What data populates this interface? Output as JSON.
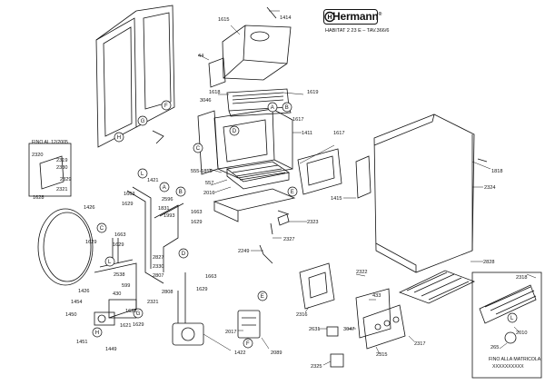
{
  "header": {
    "brand": "Hermann",
    "registered": "®",
    "model_line": "HABITAT 2   23 E  –  TAV.366/6"
  },
  "notes": {
    "until": "FINO AL 12/2005",
    "from_serial": "FINO ALLA MATRICOLA:",
    "serial_mask": "XXXXXXXXXX"
  },
  "callouts": [
    "A",
    "B",
    "C",
    "D",
    "E",
    "F",
    "G",
    "H",
    "L"
  ],
  "part_numbers": {
    "p1414": "1414",
    "p1615": "1615",
    "p44": "44",
    "p3046": "3046",
    "p1618": "1618",
    "p1619": "1619",
    "p1617a": "1617",
    "p1411": "1411",
    "p1617b": "1617",
    "p555": "555-1855",
    "p557": "557",
    "p2016": "2016",
    "p1818": "1818",
    "p2324": "2324",
    "p1415": "1415",
    "p2323": "2323",
    "p2327": "2327",
    "p2249": "2249",
    "p2828": "2828",
    "p2318": "2318",
    "p2322": "2322",
    "p433": "433",
    "p2316": "2316",
    "p2631": "2631",
    "p3047": "3047",
    "p2315": "2315",
    "p2317": "2317",
    "p2325": "2325",
    "p2017": "2017",
    "p2089": "2089",
    "p1422": "1422",
    "p265": "265",
    "p2010": "2010",
    "p2320": "2320",
    "p2319": "2319",
    "p2330a": "2330",
    "p2329": "2329",
    "p2321a": "2321",
    "p1628": "1628",
    "p1421": "1421",
    "p1426": "1426",
    "p1663a": "1663",
    "p2596": "2596",
    "p1629a": "1629",
    "p1831": "1831",
    "p1993": "1993",
    "p1663b": "1663",
    "p1629b": "1629",
    "p1663c": "1663",
    "p1629c": "1629",
    "p2538": "2538",
    "p2827": "2827",
    "p2330b": "2330",
    "p2807": "2807",
    "p599": "599",
    "p2808": "2808",
    "p430": "430",
    "p1454": "1454",
    "p1450": "1450",
    "p1628b": "1628",
    "p2321b": "2321",
    "p1621": "1621",
    "p1629d": "1629",
    "p1451": "1451",
    "p1449": "1449",
    "p1663d": "1663",
    "p1629e": "1629",
    "p1629f": "1629"
  },
  "colors": {
    "ink": "#111111",
    "paper": "#ffffff",
    "hatch": "#555555"
  }
}
